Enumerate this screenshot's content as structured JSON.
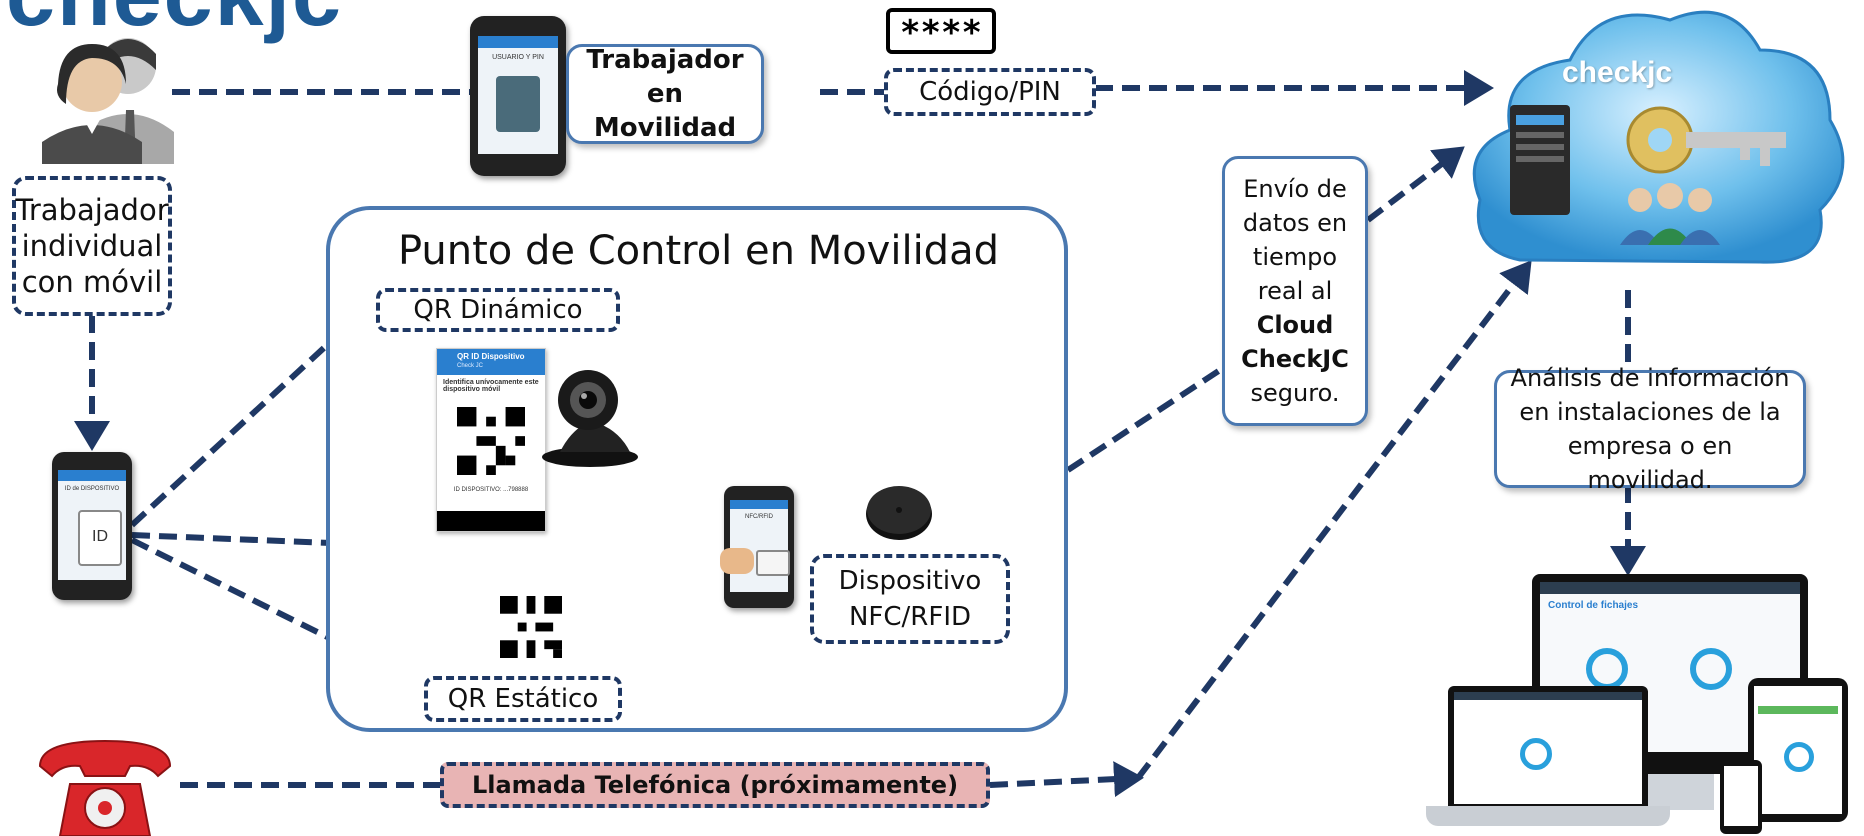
{
  "top_left_partial_text": "checkjc",
  "pin_symbol": "****",
  "pin_label": "Código/PIN",
  "mobile_worker": "Trabajador en Movilidad",
  "individual_worker": "Trabajador individual con móvil",
  "control_point_title": "Punto de Control en Movilidad",
  "qr_dynamic": "QR Dinámico",
  "qr_static": "QR Estático",
  "nfc_device": "Dispositivo NFC/RFID",
  "cloud_send": {
    "line1": "Envío de",
    "line2": "datos en",
    "line3": "tiempo",
    "line4": "real al",
    "bold1": "Cloud",
    "bold2": "CheckJC",
    "line5": "seguro."
  },
  "cloud_logo": "checkjc",
  "analysis": "Análisis de información en instalaciones de la empresa o en movilidad.",
  "phone_call": "Llamada Telefónica (próximamente)",
  "screens": {
    "phone_top": "USUARIO Y PIN",
    "phone_left": "ID de DISPOSITIVO",
    "phone_left_id": "ID",
    "qr_screen_title": "QR ID Dispositivo",
    "qr_screen_sub": "Check JC",
    "qr_screen_text": "Identifica unívocamente este dispositivo móvil",
    "qr_screen_id": "ID DISPOSITIVO: ...798888",
    "nfc_screen": "NFC/RFID",
    "dashboard_title": "Control de fichajes"
  },
  "colors": {
    "dash": "#1f3864",
    "frame": "#4a78b0",
    "cloud": "#5bb0e4",
    "phone_red": "#d9262a",
    "call_box": "#e8b4b4"
  }
}
